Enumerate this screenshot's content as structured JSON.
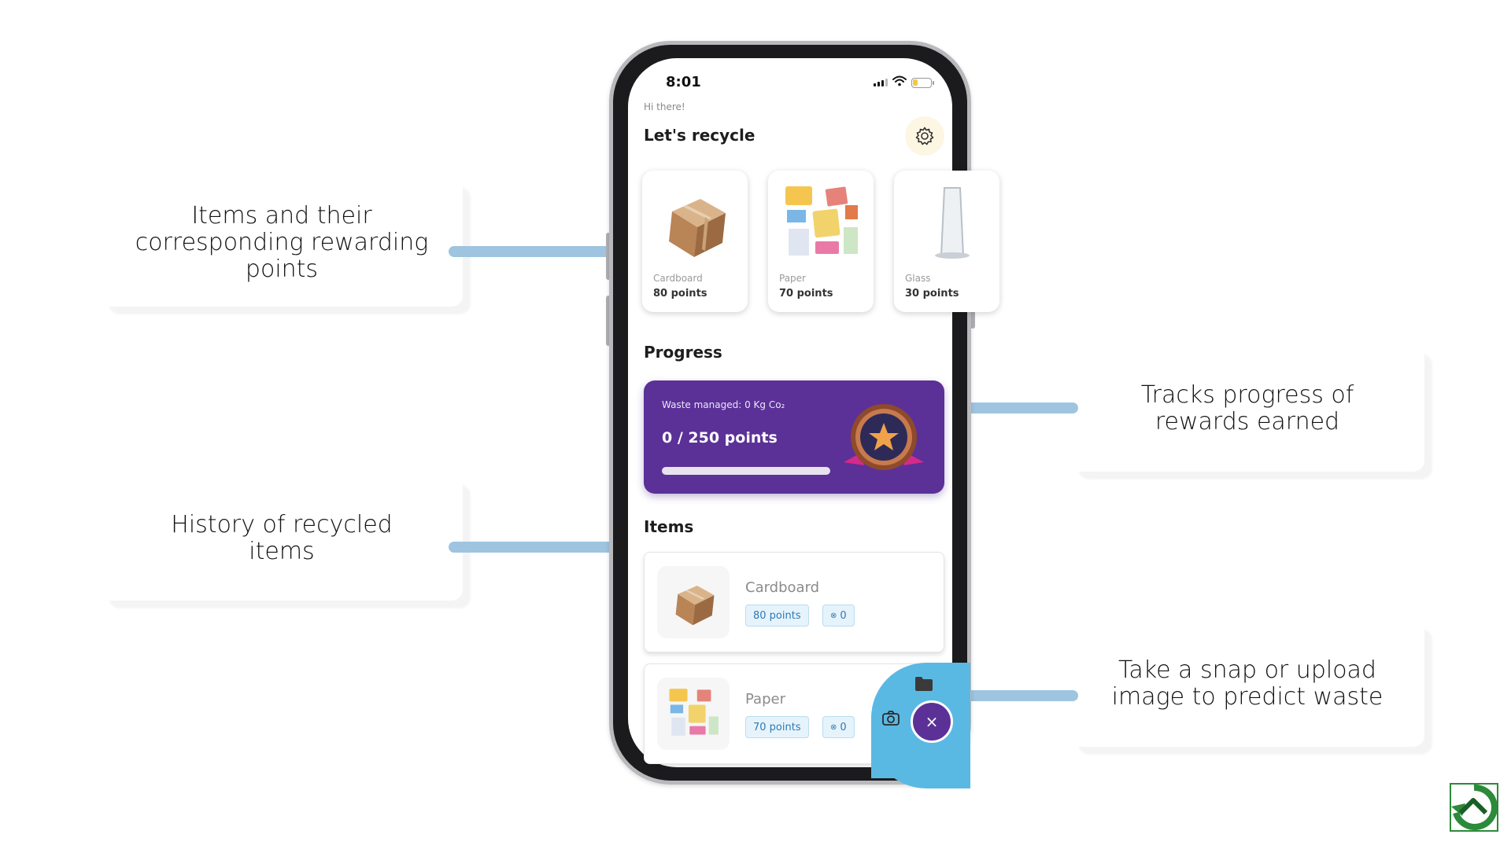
{
  "callouts": {
    "items_points": "Items and their\ncorresponding rewarding\npoints",
    "progress": "Tracks progress of\nrewards earned",
    "history": "History of recycled\nitems",
    "snap": "Take a snap or upload\nimage to predict waste"
  },
  "phone": {
    "status_time": "8:01",
    "greeting": "Hi there!",
    "heading": "Let's recycle",
    "categories": [
      {
        "name": "Cardboard",
        "points": "80 points"
      },
      {
        "name": "Paper",
        "points": "70 points"
      },
      {
        "name": "Glass",
        "points": "30 points"
      }
    ],
    "progress_title": "Progress",
    "progress": {
      "waste_managed": "Waste managed: 0 Kg Co₂",
      "points": "0 / 250 points",
      "fraction": 0.0
    },
    "items_title": "Items",
    "items": [
      {
        "name": "Cardboard",
        "points": "80 points",
        "count": "0"
      },
      {
        "name": "Paper",
        "points": "70 points",
        "count": "0"
      }
    ],
    "fab_close": "×"
  },
  "colors": {
    "accent_purple": "#5b3197",
    "fab_blue": "#5ab9e3",
    "connector_blue": "#9fc4e0",
    "chip_text": "#2d7ab6"
  },
  "icons": [
    "gear-icon",
    "signal-icon",
    "wifi-icon",
    "battery-icon",
    "medal-star-icon",
    "coin-icon",
    "camera-icon",
    "folder-icon",
    "close-icon",
    "recycle-logo-icon"
  ]
}
